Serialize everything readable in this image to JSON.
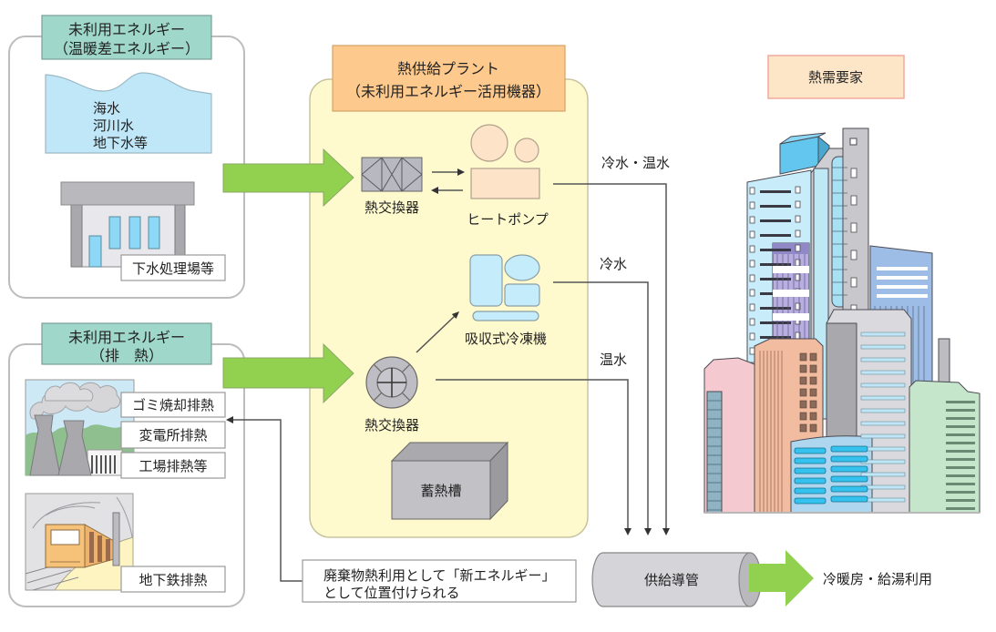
{
  "diagram": {
    "sources": [
      {
        "header_line1": "未利用エネルギー",
        "header_line2": "（温暖差エネルギー）",
        "water_labels": [
          "海水",
          "河川水",
          "地下水等"
        ],
        "facility_label": "下水処理場等"
      },
      {
        "header_line1": "未利用エネルギー",
        "header_line2": "（排　熱）",
        "heat_sources": [
          "ゴミ焼却排熱",
          "変電所排熱",
          "工場排熱等"
        ],
        "subway_label": "地下鉄排熱"
      }
    ],
    "plant": {
      "header_line1": "熱供給プラント",
      "header_line2": "（未利用エネルギー活用機器）",
      "heat_exchanger_plate": "熱交換器",
      "heat_pump": "ヒートポンプ",
      "absorption_chiller": "吸収式冷凍機",
      "heat_exchanger_shell": "熱交換器",
      "heat_storage_tank": "蓄熱槽"
    },
    "flows": {
      "heat_pump_output": "冷水・温水",
      "chiller_output": "冷水",
      "exchanger_output": "温水"
    },
    "supply_pipe": "供給導管",
    "end_use": "冷暖房・給湯利用",
    "consumer": "熱需要家",
    "note_line1": "廃棄物熱利用として「新エネルギー」",
    "note_line2": "として位置付けられる",
    "edges": [
      {
        "from": "未利用エネルギー（温暖差エネルギー）",
        "to": "熱交換器"
      },
      {
        "from": "熱交換器",
        "to": "ヒートポンプ"
      },
      {
        "from": "ヒートポンプ",
        "to": "熱交換器"
      },
      {
        "from": "未利用エネルギー（排熱）",
        "to": "熱交換器"
      },
      {
        "from": "熱交換器",
        "to": "吸収式冷凍機"
      },
      {
        "from": "ヒートポンプ",
        "to": "供給導管",
        "label": "冷水・温水"
      },
      {
        "from": "吸収式冷凍機",
        "to": "供給導管",
        "label": "冷水"
      },
      {
        "from": "熱交換器",
        "to": "供給導管",
        "label": "温水"
      },
      {
        "from": "供給導管",
        "to": "冷暖房・給湯利用"
      },
      {
        "from": "廃棄物熱利用として「新エネルギー」として位置付けられる",
        "to": "ゴミ焼却排熱"
      }
    ]
  },
  "colors": {
    "source_header": "#9fd8cb",
    "plant_header": "#fdc98c",
    "plant_background": "#fffacd",
    "flow_arrow": "#92d050",
    "consumer_box": "#fde6c8",
    "water": "#bfe7f8",
    "heat_pump": "#fde3c8",
    "chiller": "#c5ecfb"
  }
}
